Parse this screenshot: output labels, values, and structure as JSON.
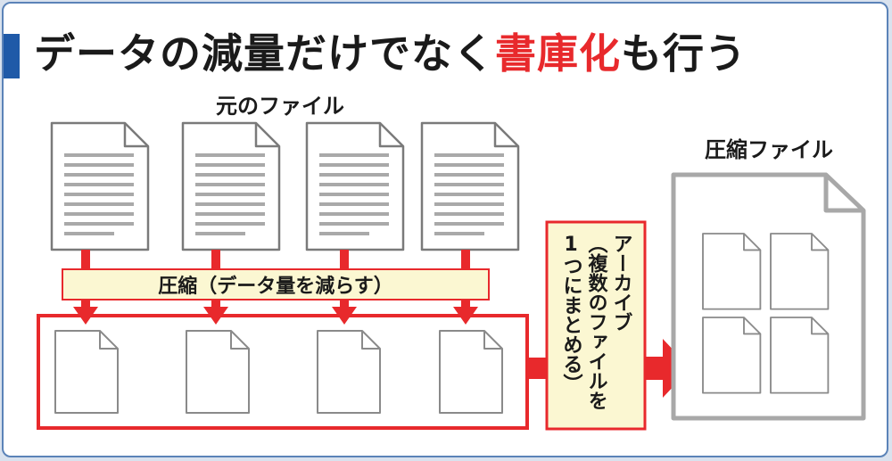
{
  "title": {
    "prefix": "データの減量だけでなく",
    "highlight": "書庫化",
    "suffix": "も行う"
  },
  "labels": {
    "original_files": "元のファイル",
    "compressed_file": "圧縮ファイル",
    "compress_step": "圧縮（データ量を減らす）",
    "archive_line1": "アーカイブ",
    "archive_line2": "（複数のファイルを",
    "archive_line3": "1つにまとめる）"
  },
  "colors": {
    "accent_blue": "#1f5aa8",
    "frame_blue": "#5b83b8",
    "red": "#e8292c",
    "label_fill": "#fbf7d2",
    "doc_gray": "#7a7a7a"
  },
  "icons": [
    "document-icon",
    "down-arrow-icon",
    "right-arrow-icon"
  ]
}
